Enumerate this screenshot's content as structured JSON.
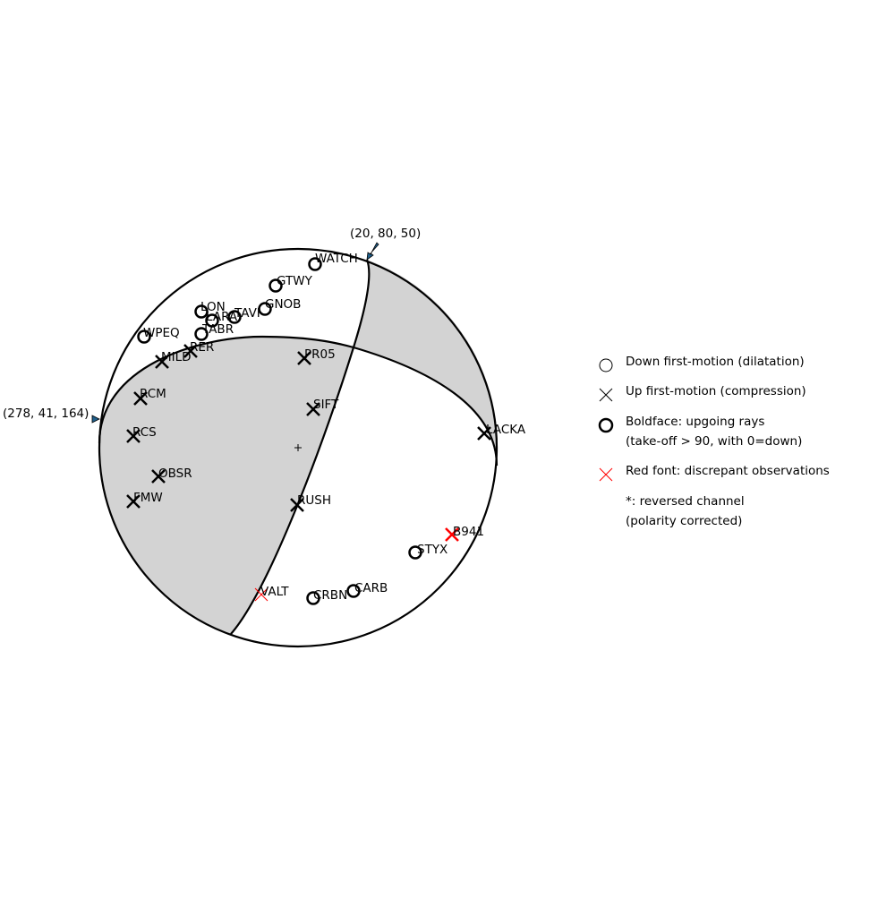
{
  "colors": {
    "shade": "#d3d3d3",
    "discrepant": "#ff0000",
    "outline": "#000000",
    "arrow": "#1f5f8b"
  },
  "annotations": {
    "top_arrow_label": "(20, 80, 50)",
    "left_arrow_label": "(278, 41, 164)"
  },
  "stations": [
    {
      "name": "WATCH",
      "polarity": "down",
      "upgoing": true,
      "discrepant": false
    },
    {
      "name": "GTWY",
      "polarity": "down",
      "upgoing": true,
      "discrepant": false
    },
    {
      "name": "GNOB",
      "polarity": "down",
      "upgoing": true,
      "discrepant": false
    },
    {
      "name": "LON",
      "polarity": "down",
      "upgoing": true,
      "discrepant": false
    },
    {
      "name": "LARA",
      "polarity": "down",
      "upgoing": true,
      "discrepant": false
    },
    {
      "name": "TAVI",
      "polarity": "down",
      "upgoing": true,
      "discrepant": false
    },
    {
      "name": "TABR",
      "polarity": "down",
      "upgoing": true,
      "discrepant": false
    },
    {
      "name": "WPEQ",
      "polarity": "down",
      "upgoing": true,
      "discrepant": false
    },
    {
      "name": "RER",
      "polarity": "up",
      "upgoing": true,
      "discrepant": false
    },
    {
      "name": "MILD",
      "polarity": "up",
      "upgoing": true,
      "discrepant": false
    },
    {
      "name": "PR05",
      "polarity": "up",
      "upgoing": true,
      "discrepant": false
    },
    {
      "name": "RCM",
      "polarity": "up",
      "upgoing": true,
      "discrepant": false
    },
    {
      "name": "SIFT",
      "polarity": "up",
      "upgoing": true,
      "discrepant": false
    },
    {
      "name": "RCS",
      "polarity": "up",
      "upgoing": true,
      "discrepant": false
    },
    {
      "name": "LACKA",
      "polarity": "up",
      "upgoing": true,
      "discrepant": false
    },
    {
      "name": "OBSR",
      "polarity": "up",
      "upgoing": true,
      "discrepant": false
    },
    {
      "name": "FMW",
      "polarity": "up",
      "upgoing": true,
      "discrepant": false
    },
    {
      "name": "RUSH",
      "polarity": "up",
      "upgoing": true,
      "discrepant": false
    },
    {
      "name": "B941",
      "polarity": "up",
      "upgoing": true,
      "discrepant": true
    },
    {
      "name": "STYX",
      "polarity": "down",
      "upgoing": true,
      "discrepant": false
    },
    {
      "name": "VALT",
      "polarity": "up",
      "upgoing": false,
      "discrepant": true
    },
    {
      "name": "CARB",
      "polarity": "down",
      "upgoing": true,
      "discrepant": false
    },
    {
      "name": "CRBN",
      "polarity": "down",
      "upgoing": true,
      "discrepant": false
    }
  ],
  "legend": [
    {
      "label": "Down first-motion (dilatation)",
      "symbol": "circle-thin"
    },
    {
      "label": "Up first-motion (compression)",
      "symbol": "x-thin"
    },
    {
      "label": "Boldface: upgoing rays",
      "label2": "(take-off > 90, with 0=down)",
      "symbol": "circle-bold"
    },
    {
      "label": "Red font: discrepant observations",
      "symbol": "x-red"
    },
    {
      "label": "*: reversed channel",
      "label2": "(polarity corrected)",
      "symbol": "none"
    }
  ]
}
